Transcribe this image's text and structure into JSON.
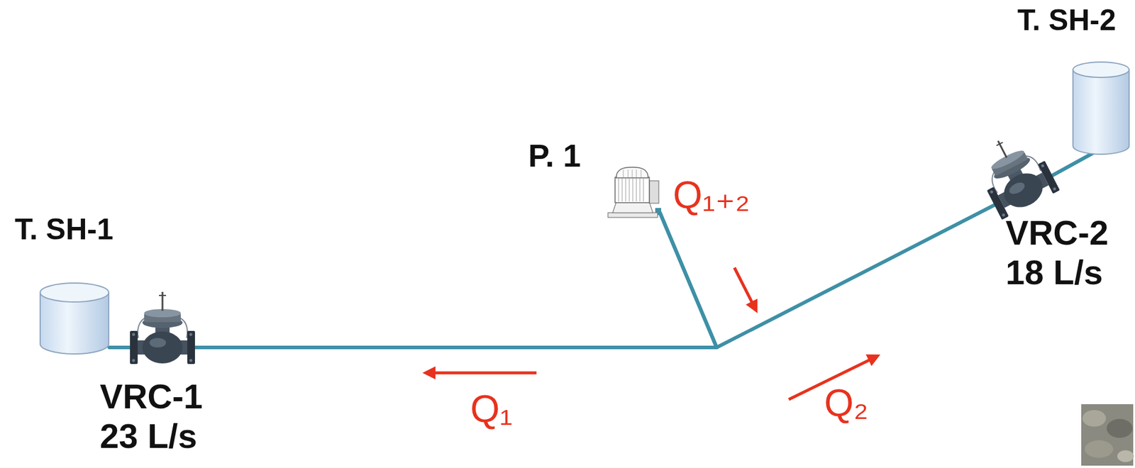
{
  "diagram": {
    "nodes": [
      {
        "text": [
          "T. SH-1"
        ]
      },
      {
        "text": [
          "VRC-1",
          "23 L/s"
        ]
      },
      {
        "text": [
          "P. 1"
        ]
      },
      {
        "text": [
          "VRC-2",
          "18 L/s"
        ]
      },
      {
        "text": [
          "T. SH-2"
        ]
      }
    ],
    "edges": [
      {
        "from": 2,
        "to": 1,
        "arrow": "none"
      },
      {
        "from": 2,
        "to": 3,
        "arrow": "none"
      },
      {
        "from": 1,
        "to": 0,
        "arrow": "none"
      },
      {
        "from": 3,
        "to": 4,
        "arrow": "none"
      }
    ],
    "labels": [
      "Q₁₊₂",
      "Q₁",
      "Q₂"
    ]
  }
}
